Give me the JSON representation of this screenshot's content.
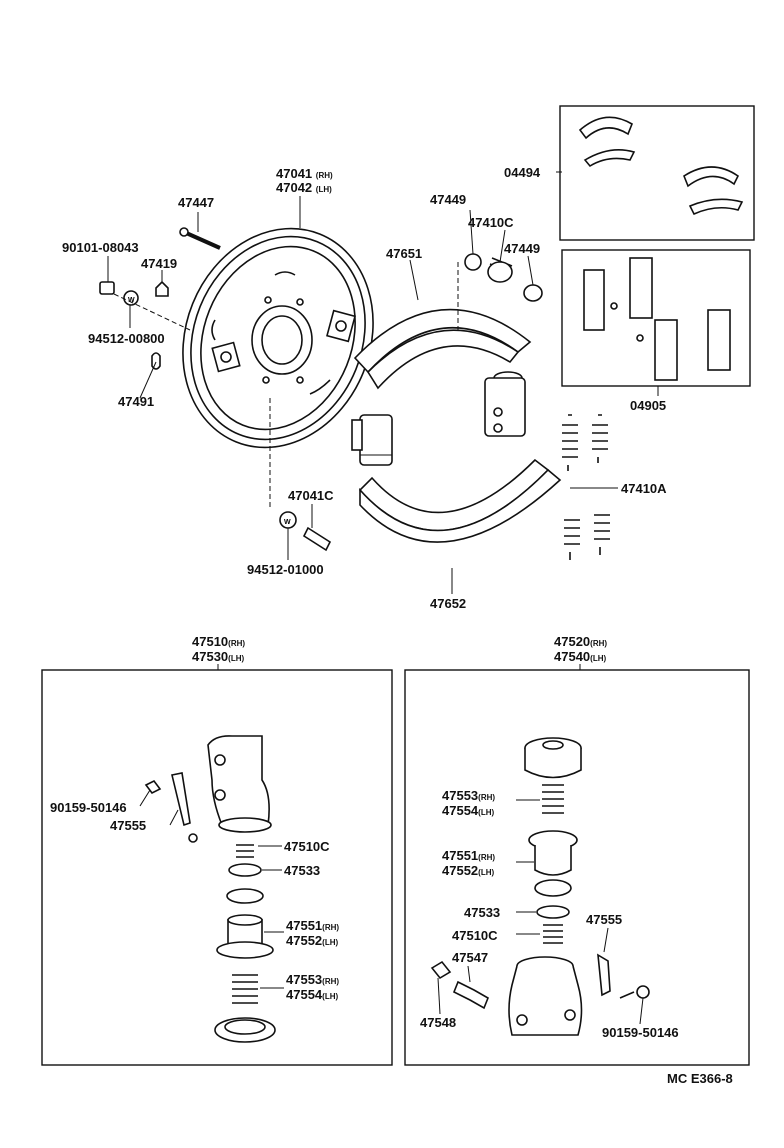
{
  "diagram": {
    "top_parts": {
      "backing_plate_rh": "47041",
      "rh_tag": "(RH)",
      "backing_plate_lh": "47042",
      "lh_tag": "(LH)",
      "bolt": "47447",
      "screw": "90101-08043",
      "nut": "47419",
      "washer_upper": "94512-00800",
      "plug": "47491",
      "shoe_upper": "47651",
      "shoe_lower": "47652",
      "adjuster_left": "47449",
      "adjuster_spring": "47410C",
      "adjuster_right": "47449",
      "shoe_kit": "04494",
      "cylinder_kit": "04905",
      "return_springs": "47410A",
      "stud": "47041C",
      "washer_lower": "94512-01000"
    },
    "left_box": {
      "title_1": "47510",
      "title_1_tag": "(RH)",
      "title_2": "47530",
      "title_2_tag": "(LH)",
      "bleeder_screw": "90159-50146",
      "bleeder_clip": "47555",
      "spring": "47510C",
      "cup": "47533",
      "piston_1": "47551",
      "piston_1_tag": "(RH)",
      "piston_2": "47552",
      "piston_2_tag": "(LH)",
      "screw_1": "47553",
      "screw_1_tag": "(RH)",
      "screw_2": "47554",
      "screw_2_tag": "(LH)"
    },
    "right_box": {
      "title_1": "47520",
      "title_1_tag": "(RH)",
      "title_2": "47540",
      "title_2_tag": "(LH)",
      "screw_1": "47553",
      "screw_1_tag": "(RH)",
      "screw_2": "47554",
      "screw_2_tag": "(LH)",
      "piston_1": "47551",
      "piston_1_tag": "(RH)",
      "piston_2": "47552",
      "piston_2_tag": "(LH)",
      "cup": "47533",
      "spring": "47510C",
      "clip": "47555",
      "bleeder": "47547",
      "cap": "47548",
      "bleeder_screw": "90159-50146"
    },
    "footer": {
      "code": "MC  E366-8"
    }
  }
}
